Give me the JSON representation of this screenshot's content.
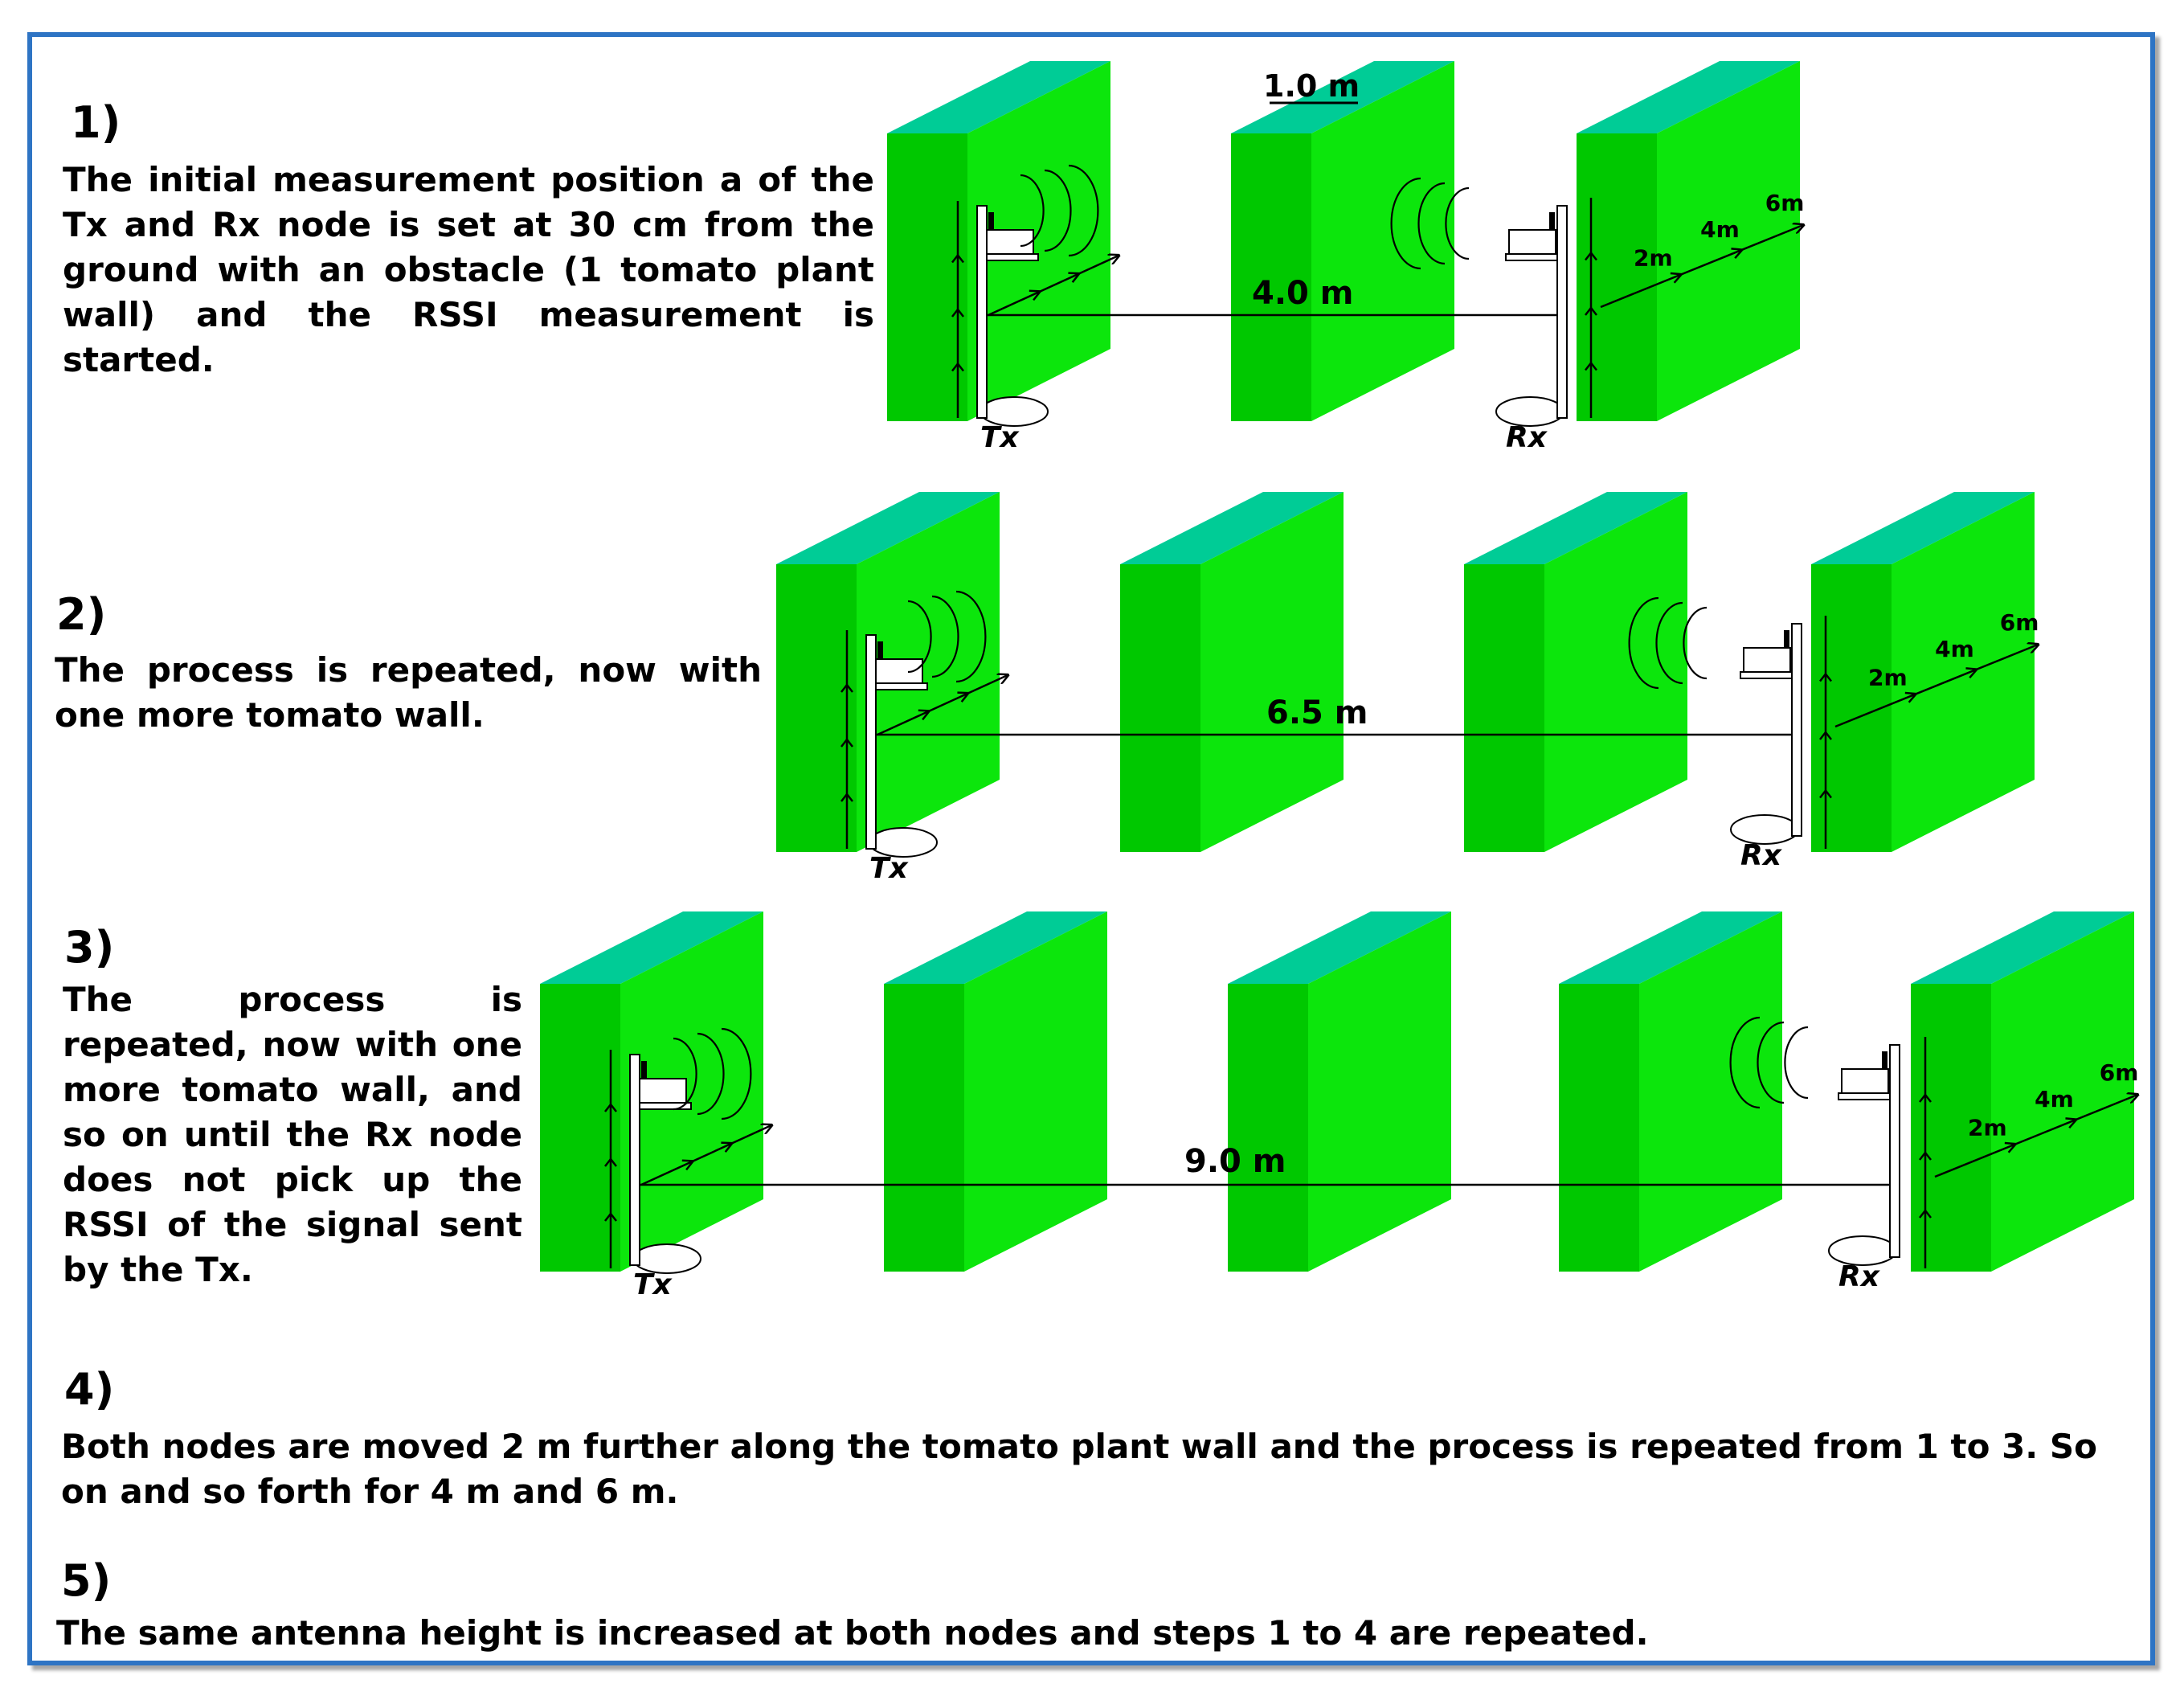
{
  "steps": [
    {
      "number": "1)",
      "text": "The initial measurement position a of the Tx and Rx node is set at 30 cm from the ground with an obstacle (1 tomato plant wall) and the RSSI measurement is started."
    },
    {
      "number": "2)",
      "text": "The process is repeated, now with one more tomato wall."
    },
    {
      "number": "3)",
      "text": "The process is repeated, now with one more tomato wall, and so on until the Rx node does not pick up the RSSI of the signal sent by the Tx."
    },
    {
      "number": "4)",
      "text": "Both nodes are moved 2 m further along the tomato plant wall and the process is repeated from 1 to 3. So on and so forth for 4 m and 6 m."
    },
    {
      "number": "5)",
      "text": "The same antenna height is increased at both nodes and steps 1 to 4 are repeated."
    }
  ],
  "diagram": {
    "wall_thickness_label": "1.0 m",
    "tx_label": "Tx",
    "rx_label": "Rx",
    "offset_labels": [
      "2m",
      "4m",
      "6m"
    ],
    "scenarios": [
      {
        "distance_label": "4.0 m",
        "walls": 3
      },
      {
        "distance_label": "6.5 m",
        "walls": 4
      },
      {
        "distance_label": "9.0 m",
        "walls": 5
      }
    ]
  },
  "colors": {
    "border": "#2e74c4",
    "wall_front": "#0ce60c",
    "wall_side": "#00c800",
    "wall_top": "#00cc96"
  }
}
